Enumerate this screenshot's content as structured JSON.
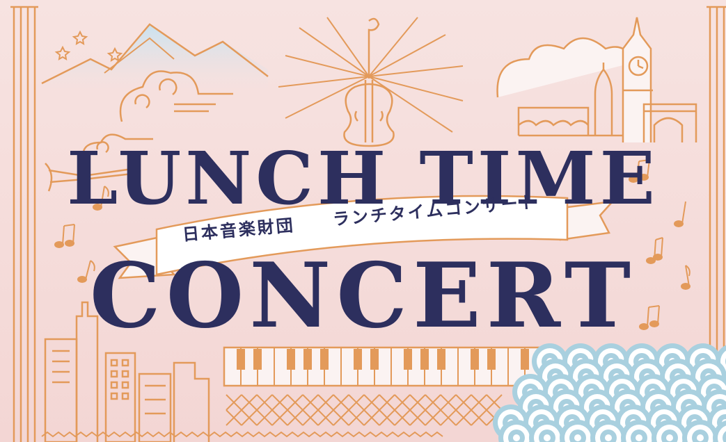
{
  "poster": {
    "title_line1": "LUNCH TIME",
    "title_line2": "CONCERT",
    "ribbon_left": "日本音楽財団",
    "ribbon_right": "ランチタイムコンサート"
  },
  "colors": {
    "background": "#f6e0de",
    "line_art": "#e39a5a",
    "title": "#2d2f5e",
    "sky_blue": "#cfe4ef",
    "wave_blue": "#a9d0df",
    "ribbon": "#ffffff"
  },
  "icons": [
    "violin-icon",
    "trumpet-icon",
    "clock-tower-icon",
    "music-note-icon",
    "piano-keyboard-icon",
    "star-icon",
    "mountain-icon",
    "cloud-icon",
    "wave-pattern-icon",
    "building-icon"
  ]
}
